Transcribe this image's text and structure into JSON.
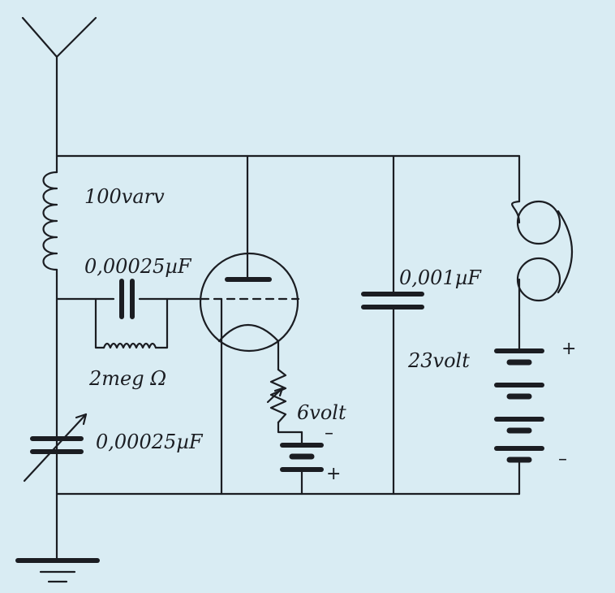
{
  "labels": {
    "coil": "100varv",
    "grid_capacitor": "0,00025µF",
    "grid_resistor": "2meg Ω",
    "tuning_capacitor": "0,00025µF",
    "bypass_capacitor": "0,001µF",
    "filament_battery": "6volt",
    "anode_battery": "23volt",
    "plus": "+",
    "minus": "–"
  },
  "colors": {
    "paper": "#d9ecf3",
    "ink": "#1b1d22"
  }
}
